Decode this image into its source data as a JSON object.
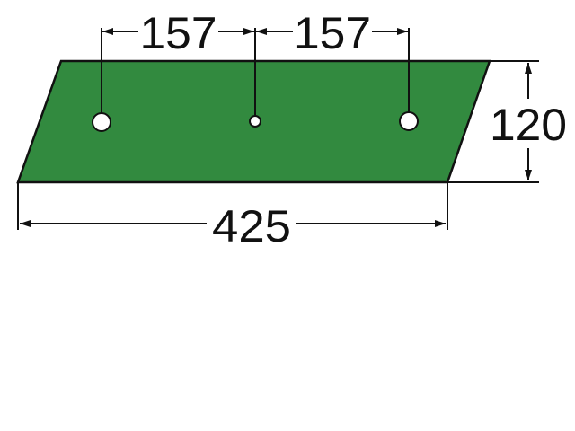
{
  "part": {
    "fill_color": "#328a3f",
    "outline_color": "#111111",
    "hole_color": "#ffffff"
  },
  "dimensions": {
    "hole_spacing_left": "157",
    "hole_spacing_right": "157",
    "height": "120",
    "length": "425"
  },
  "line_color": "#111111"
}
